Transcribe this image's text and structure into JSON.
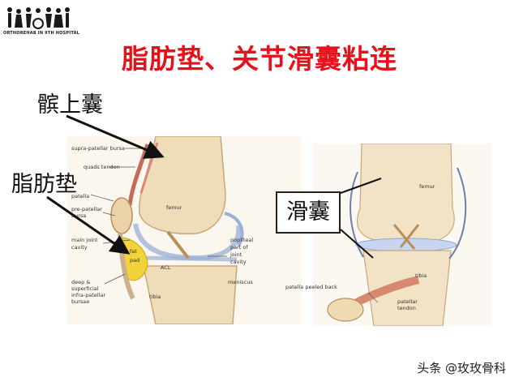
{
  "logo": {
    "text": "ORTHOREHAB IN 9TH HOSPITAL"
  },
  "title": "脂肪垫、关节滑囊粘连",
  "labels": {
    "suprapatellar_bursa_cn": "髌上囊",
    "fat_pad_cn": "脂肪垫",
    "bursa_cn": "滑囊"
  },
  "left_diagram": {
    "supra": "supra-patellar bursa",
    "quads": "quads tendon",
    "patella": "patella",
    "pre1": "pre-patellar",
    "pre2": "bursa",
    "main1": "main joint",
    "main2": "cavity",
    "deep1": "deep &",
    "deep2": "superficial",
    "deep3": "infra-patellar",
    "deep4": "bursae",
    "femur": "femur",
    "fat": "fat",
    "pad": "pad",
    "acl": "ACL",
    "tibia": "tibia",
    "popliteal1": "popliteal",
    "popliteal2": "part of",
    "popliteal3": "joint",
    "popliteal4": "cavity",
    "meniscus": "meniscus"
  },
  "right_diagram": {
    "femur": "femur",
    "tibia": "tibia",
    "patella_peeled": "patella peeled back",
    "patellar1": "patellar",
    "patellar2": "tendon"
  },
  "footer": "头条 @玫玫骨科"
}
